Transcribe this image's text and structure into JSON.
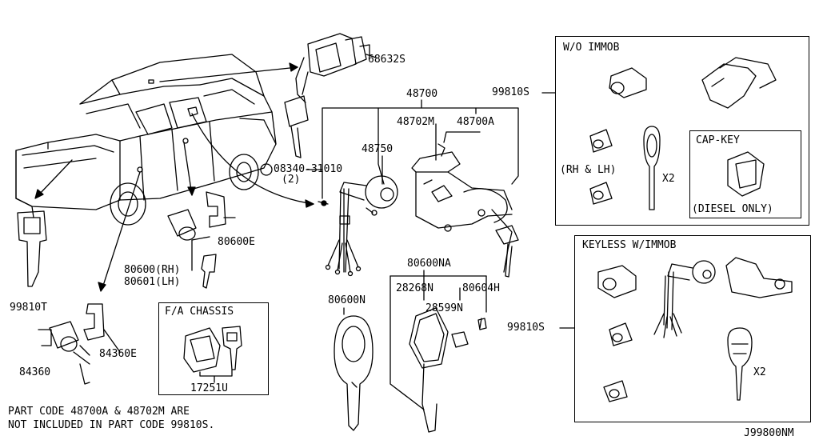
{
  "diagram": {
    "parts": {
      "p68632s": "68632S",
      "p48700": "48700",
      "p48702m": "48702M",
      "p48700a": "48700A",
      "p48750": "48750",
      "p08340": "08340-31010",
      "p08340_qty": "(2)",
      "p99810s_top": "99810S",
      "p80600e": "80600E",
      "p80600rh": "80600(RH)",
      "p80601lh": "80601(LH)",
      "p99810t": "99810T",
      "p84360e": "84360E",
      "p84360": "84360",
      "p17251u": "17251U",
      "p80600n": "80600N",
      "p80600na": "80600NA",
      "p28268n": "28268N",
      "p80604h": "80604H",
      "p28599n": "28599N",
      "p99810s_bottom": "99810S"
    },
    "boxes": {
      "wo_immob": {
        "title": "W/O IMMOB",
        "rh_lh": "(RH & LH)",
        "qty": "X2",
        "cap_key": {
          "title": "CAP-KEY",
          "note": "(DIESEL ONLY)"
        }
      },
      "keyless": {
        "title": "KEYLESS W/IMMOB",
        "qty": "X2"
      },
      "fa_chassis": {
        "title": "F/A CHASSIS"
      }
    },
    "footnote_line1": "PART CODE 48700A & 48702M ARE",
    "footnote_line2": "NOT INCLUDED IN PART CODE 99810S.",
    "diagram_code": "J99800NM"
  }
}
